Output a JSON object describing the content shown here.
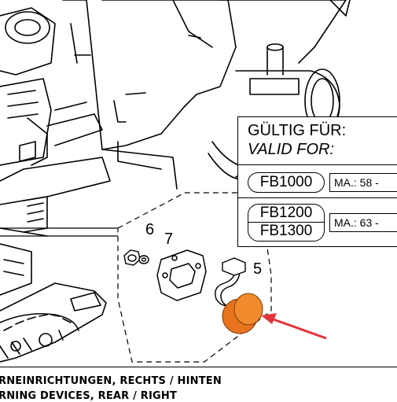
{
  "valid_for": {
    "title_de": "GÜLTIG FÜR:",
    "title_en": "VALID FOR:",
    "rows": [
      {
        "models": [
          "FB1000"
        ],
        "ma": "MA.: 58 -"
      },
      {
        "models": [
          "FB1200",
          "FB1300"
        ],
        "ma": "MA.: 63 -"
      }
    ]
  },
  "part_labels": [
    "6",
    "7",
    "5"
  ],
  "caption": {
    "line_de": "RNEINRICHTUNGEN, RECHTS / HINTEN",
    "line_en": "RNING DEVICES, REAR / RIGHT"
  },
  "colors": {
    "highlight_part": "#e8731e",
    "arrow": "#e0343a",
    "ink": "#000000"
  }
}
